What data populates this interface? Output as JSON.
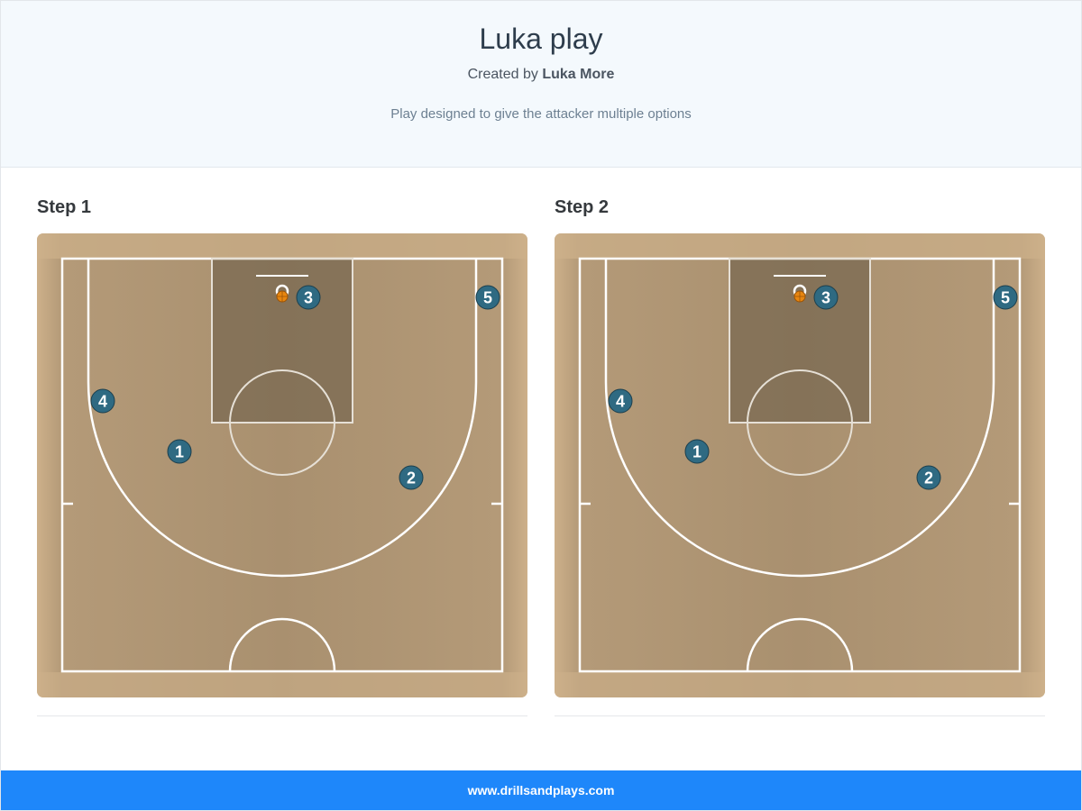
{
  "header": {
    "title": "Luka play",
    "created_by_prefix": "Created by ",
    "author": "Luka More",
    "description": "Play designed to give the attacker multiple options"
  },
  "steps": [
    {
      "label": "Step 1",
      "players": [
        {
          "number": "3"
        },
        {
          "number": "5"
        },
        {
          "number": "4"
        },
        {
          "number": "1"
        },
        {
          "number": "2"
        }
      ]
    },
    {
      "label": "Step 2",
      "players": [
        {
          "number": "3"
        },
        {
          "number": "5"
        },
        {
          "number": "4"
        },
        {
          "number": "1"
        },
        {
          "number": "2"
        }
      ]
    }
  ],
  "footer": {
    "site": "www.drillsandplays.com"
  },
  "colors": {
    "accent": "#1e87fa",
    "player_fill": "#2f6a82",
    "court_wood": "#b89a73",
    "paint": "#7f6d55"
  },
  "icons": [
    "basketball-icon",
    "hoop-icon"
  ]
}
